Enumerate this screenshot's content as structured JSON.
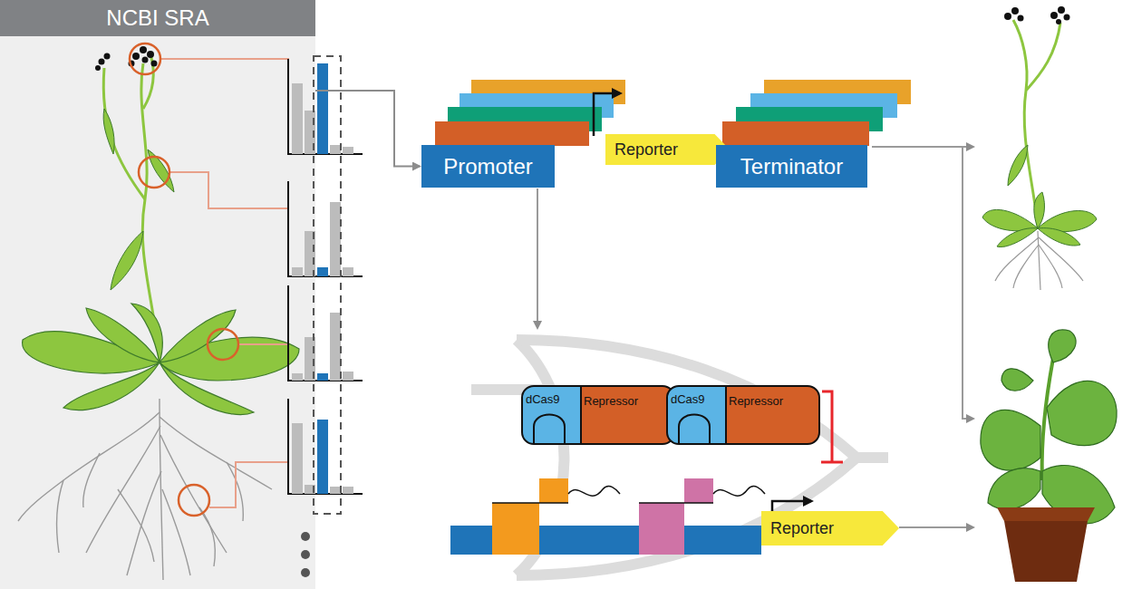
{
  "diagram": {
    "nodes": [
      {
        "text": [
          "NCBI SRA"
        ]
      },
      {
        "text": [
          "Promoter"
        ]
      },
      {
        "text": [
          "Reporter"
        ]
      },
      {
        "text": [
          "Terminator"
        ]
      },
      {
        "text": [
          "dCas9",
          "Repressor"
        ]
      },
      {
        "text": [
          "dCas9",
          "Repressor"
        ]
      },
      {
        "text": [
          "Reporter"
        ]
      }
    ],
    "edges": [
      {
        "from": 0,
        "to": 1,
        "arrow": "to"
      }
    ]
  }
}
